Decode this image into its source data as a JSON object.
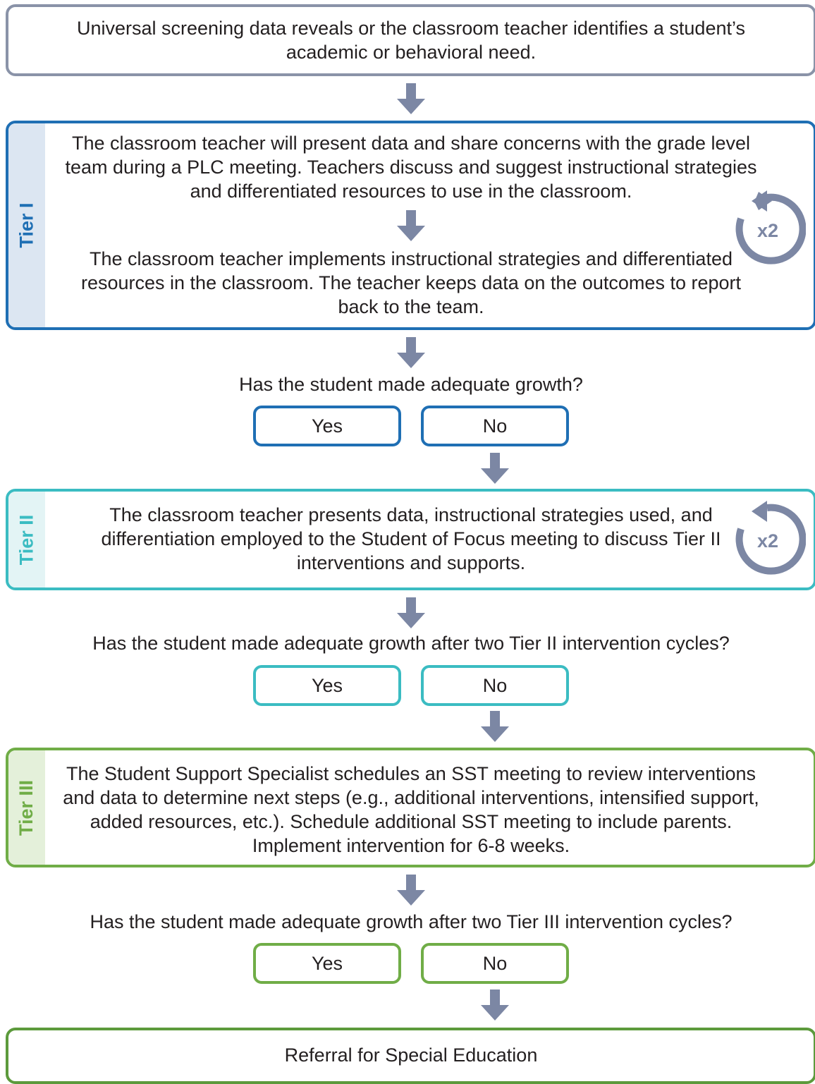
{
  "colors": {
    "neutral": "#8a93a8",
    "tier1": "#1f6fb4",
    "tier1_fill": "#dce6f2",
    "tier2": "#3bbcc2",
    "tier2_fill": "#e3f4f5",
    "tier3": "#70ad47",
    "tier3_fill": "#e4f0da",
    "tier3_dark": "#5c9a3c",
    "arrow": "#7c87a4"
  },
  "start": {
    "text": "Universal screening data reveals or the classroom teacher identifies a student’s academic or behavioral need."
  },
  "tier1": {
    "label": "Tier I",
    "step1": "The classroom teacher will present data and share concerns with the grade level team during a PLC meeting. Teachers discuss and suggest instructional strategies and differentiated resources to use in the classroom.",
    "step2": "The classroom teacher implements instructional strategies and differentiated resources in the classroom. The teacher keeps data on the outcomes to report back to the team.",
    "repeat": "x2",
    "repeat_icon": "repeat-cycle-icon"
  },
  "q1": {
    "question": "Has the student made adequate growth?",
    "yes": "Yes",
    "no": "No"
  },
  "tier2": {
    "label": "Tier II",
    "text": "The classroom teacher presents data, instructional strategies used, and differentiation employed to the Student of Focus meeting to discuss Tier II interventions and supports.",
    "repeat": "x2",
    "repeat_icon": "repeat-cycle-icon"
  },
  "q2": {
    "question": "Has the student made adequate growth after two Tier II intervention cycles?",
    "yes": "Yes",
    "no": "No"
  },
  "tier3": {
    "label": "Tier III",
    "text": "The Student Support Specialist schedules an SST meeting to review interventions and data to  determine next steps (e.g., additional interventions, intensified support, added resources, etc.). Schedule additional SST meeting to include parents. Implement intervention for 6-8 weeks."
  },
  "q3": {
    "question": "Has the student made adequate growth after two Tier III intervention cycles?",
    "yes": "Yes",
    "no": "No"
  },
  "end": {
    "text": "Referral for Special Education"
  }
}
